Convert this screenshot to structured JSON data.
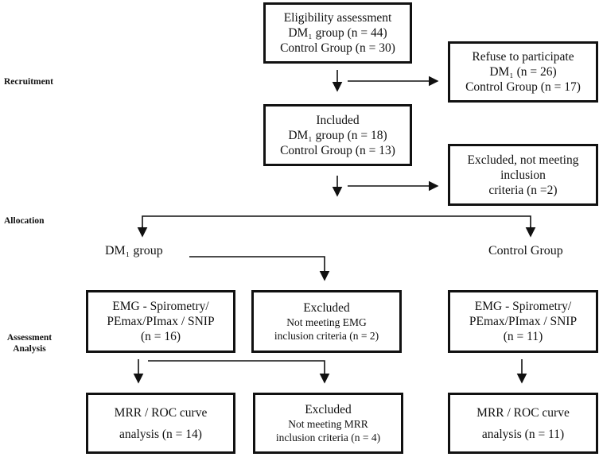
{
  "stages": {
    "recruitment": "Recruitment",
    "allocation": "Allocation",
    "assessment_line1": "Assessment",
    "assessment_line2": "Analysis"
  },
  "boxes": {
    "eligibility": [
      "Eligibility assessment",
      "DM₁  group (n = 44)",
      "Control Group (n = 30)"
    ],
    "refuse": [
      "Refuse to participate",
      "DM₁ (n = 26)",
      "Control Group (n = 17)"
    ],
    "included": [
      "Included",
      "DM₁ group (n = 18)",
      "Control Group (n = 13)"
    ],
    "excluded_inclusion": [
      "Excluded, not meeting",
      "inclusion",
      "criteria (n =2)"
    ],
    "dm1_emg": [
      "EMG - Spirometry/",
      "PEmax/PImax / SNIP",
      "(n = 16)"
    ],
    "excluded_emg": [
      "Excluded",
      "Not meeting EMG",
      "inclusion criteria (n = 2)"
    ],
    "control_emg": [
      "EMG - Spirometry/",
      "PEmax/PImax / SNIP",
      "(n = 11)"
    ],
    "dm1_mrr": [
      "MRR / ROC curve",
      "analysis (n = 14)"
    ],
    "excluded_mrr": [
      "Excluded",
      "Not meeting MRR",
      "inclusion criteria (n = 4)"
    ],
    "control_mrr": [
      "MRR / ROC curve",
      "analysis (n = 11)"
    ]
  },
  "groups": {
    "dm1": "DM₁  group",
    "control": "Control Group"
  }
}
